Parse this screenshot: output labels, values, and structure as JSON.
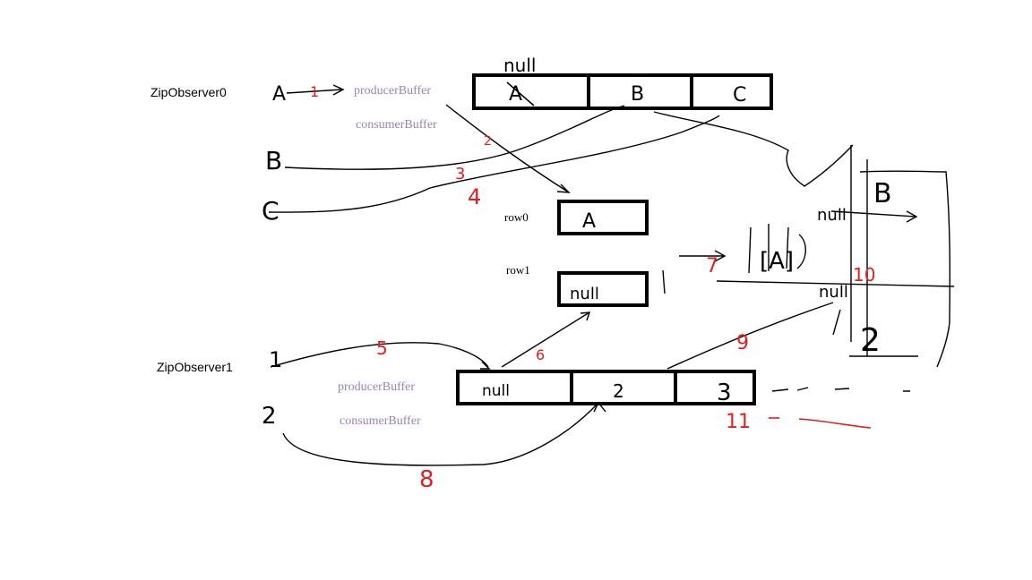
{
  "observers": {
    "zip0": "ZipObserver0",
    "zip1": "ZipObserver1"
  },
  "buffers": {
    "producer0": "producerBuffer",
    "consumer0": "consumerBuffer",
    "producer1": "producerBuffer",
    "consumer1": "consumerBuffer"
  },
  "rows": {
    "row0": "row0",
    "row1": "row1"
  },
  "handwriting": {
    "null_top": "null",
    "queue0_cells": [
      "A",
      "B",
      "C"
    ],
    "row0_value": "A",
    "row1_value": "null",
    "queue1_cells": [
      "null",
      "2",
      "3"
    ],
    "source0_items": [
      "A",
      "B",
      "C"
    ],
    "source1_items": [
      "1",
      "2"
    ],
    "result_box": "[A]",
    "right_b": "B",
    "right_null_top": "null",
    "right_null_mid": "null",
    "right_2": "2",
    "step_numbers": [
      "1",
      "2",
      "3",
      "4",
      "5",
      "6",
      "7",
      "8",
      "9",
      "10",
      "11"
    ]
  },
  "colors": {
    "ink": "#000000",
    "step_ink": "#e02020",
    "buffer_label": "#9b82b8"
  }
}
